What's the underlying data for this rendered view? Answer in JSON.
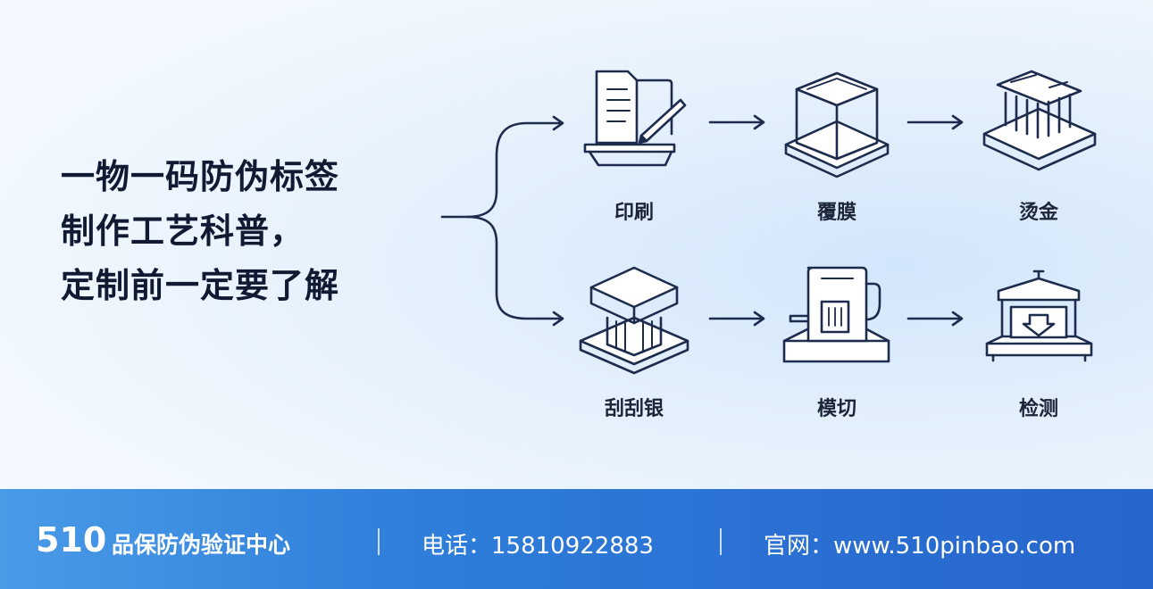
{
  "title": {
    "line1": "一物一码防伪标签",
    "line2": "制作工艺科普，",
    "line3": "定制前一定要了解"
  },
  "steps": [
    {
      "label": "印刷",
      "icon": "printing-icon"
    },
    {
      "label": "覆膜",
      "icon": "laminating-icon"
    },
    {
      "label": "烫金",
      "icon": "hot-stamping-icon"
    },
    {
      "label": "刮刮银",
      "icon": "scratch-silver-icon"
    },
    {
      "label": "模切",
      "icon": "die-cutting-icon"
    },
    {
      "label": "检测",
      "icon": "inspection-icon"
    }
  ],
  "footer": {
    "brand_number": "510",
    "brand_name": "品保防伪验证中心",
    "phone": "电话：15810922883",
    "website": "官网：www.510pinbao.com"
  },
  "colors": {
    "line": "#1d2b4d",
    "footer_start": "#4a9ae8",
    "footer_end": "#2766cc"
  }
}
